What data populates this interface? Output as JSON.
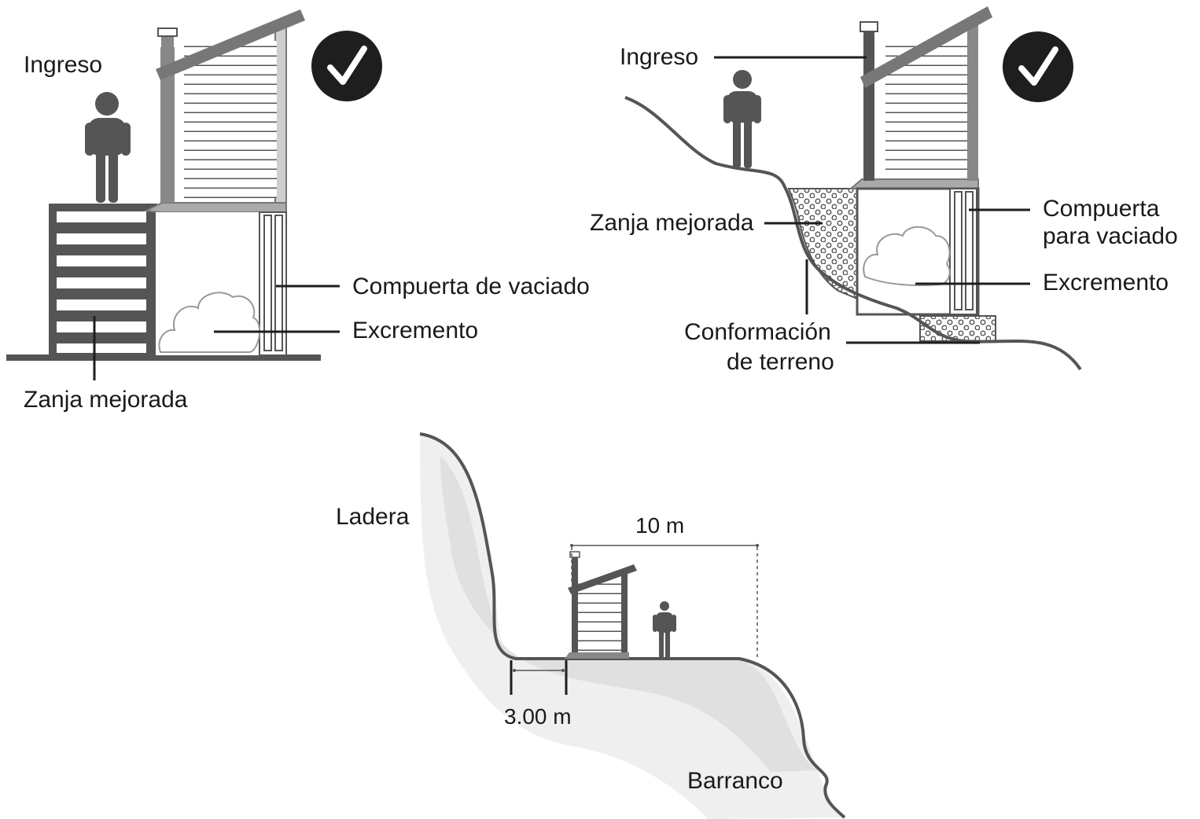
{
  "colors": {
    "dark": "#555555",
    "black": "#1e1e1e",
    "mid": "#888888",
    "light": "#d2d2d2",
    "veryLight": "#e6e6e7",
    "white": "#ffffff"
  },
  "panel_left": {
    "checkmark_icon": "check-circle-icon",
    "labels": {
      "ingreso": "Ingreso",
      "compuerta": "Compuerta de vaciado",
      "excremento": "Excremento",
      "zanja": "Zanja mejorada"
    }
  },
  "panel_right": {
    "checkmark_icon": "check-circle-icon",
    "labels": {
      "ingreso": "Ingreso",
      "zanja": "Zanja mejorada",
      "compuerta_1": "Compuerta",
      "compuerta_2": "para vaciado",
      "excremento": "Excremento",
      "conformacion_1": "Conformación",
      "conformacion_2": "de terreno"
    }
  },
  "panel_bottom": {
    "labels": {
      "ladera": "Ladera",
      "barranco": "Barranco",
      "distance_house": "10 m",
      "distance_edge": "3.00 m"
    }
  }
}
